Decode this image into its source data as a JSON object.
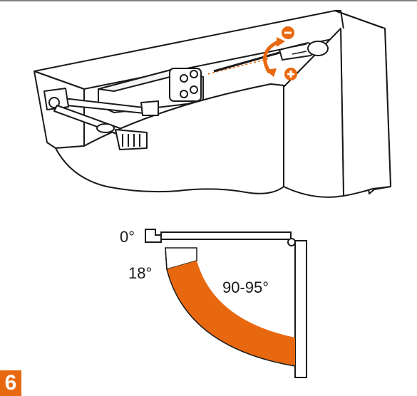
{
  "diagram": {
    "angle_closed": "0°",
    "angle_latch": "18°",
    "angle_open": "90-95°",
    "step_number": "6",
    "icons": {
      "minus": "minus-icon",
      "plus": "plus-icon",
      "rotate": "rotate-arrow-icon"
    }
  },
  "colors": {
    "accent": "#e8680f",
    "ink": "#1a1a1a"
  }
}
